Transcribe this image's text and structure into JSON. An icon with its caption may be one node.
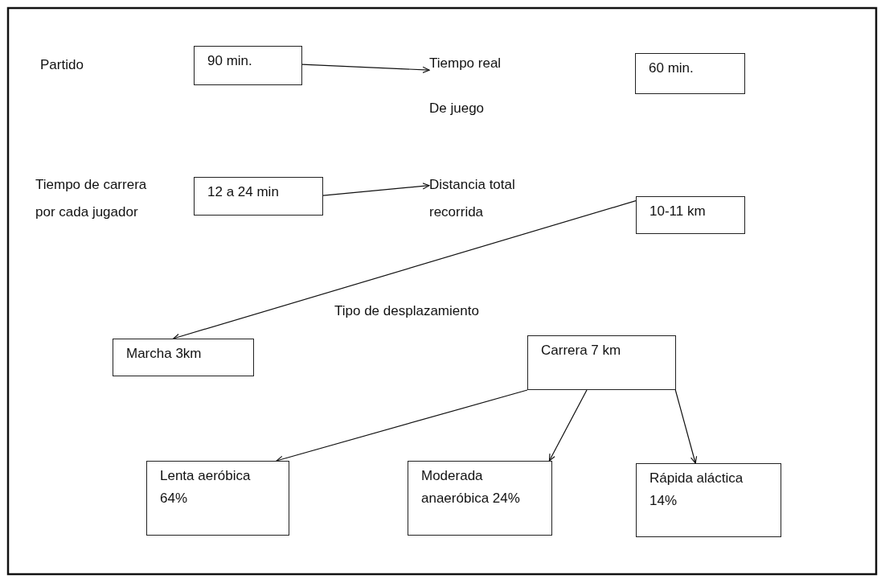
{
  "diagram": {
    "nodes": [
      {
        "text": [
          "Partido"
        ]
      },
      {
        "text": [
          "90 min."
        ]
      },
      {
        "text": [
          "Tiempo real",
          "De juego"
        ]
      },
      {
        "text": [
          "60 min."
        ]
      },
      {
        "text": [
          "Tiempo de carrera por cada jugador"
        ]
      },
      {
        "text": [
          "12 a 24 min"
        ]
      },
      {
        "text": [
          "Distancia total recorrida"
        ]
      },
      {
        "text": [
          "10-11 km"
        ]
      },
      {
        "text": [
          "Marcha 3km"
        ]
      },
      {
        "text": [
          "Carrera 7 km"
        ]
      },
      {
        "text": [
          "Lenta aeróbica 64%"
        ]
      },
      {
        "text": [
          "Moderada anaeróbica 24%"
        ]
      },
      {
        "text": [
          "Rápida aláctica 14%"
        ]
      }
    ],
    "edges": [
      {
        "from": 1,
        "to": 2,
        "arrow": "to"
      },
      {
        "from": 5,
        "to": 6,
        "arrow": "to"
      },
      {
        "from": 7,
        "to": 8,
        "arrow": "to"
      },
      {
        "from": 9,
        "to": 10,
        "arrow": "to"
      },
      {
        "from": 9,
        "to": 11,
        "arrow": "to"
      },
      {
        "from": 9,
        "to": 12,
        "arrow": "to"
      }
    ],
    "labels": [
      "Tipo de desplazamiento"
    ]
  }
}
